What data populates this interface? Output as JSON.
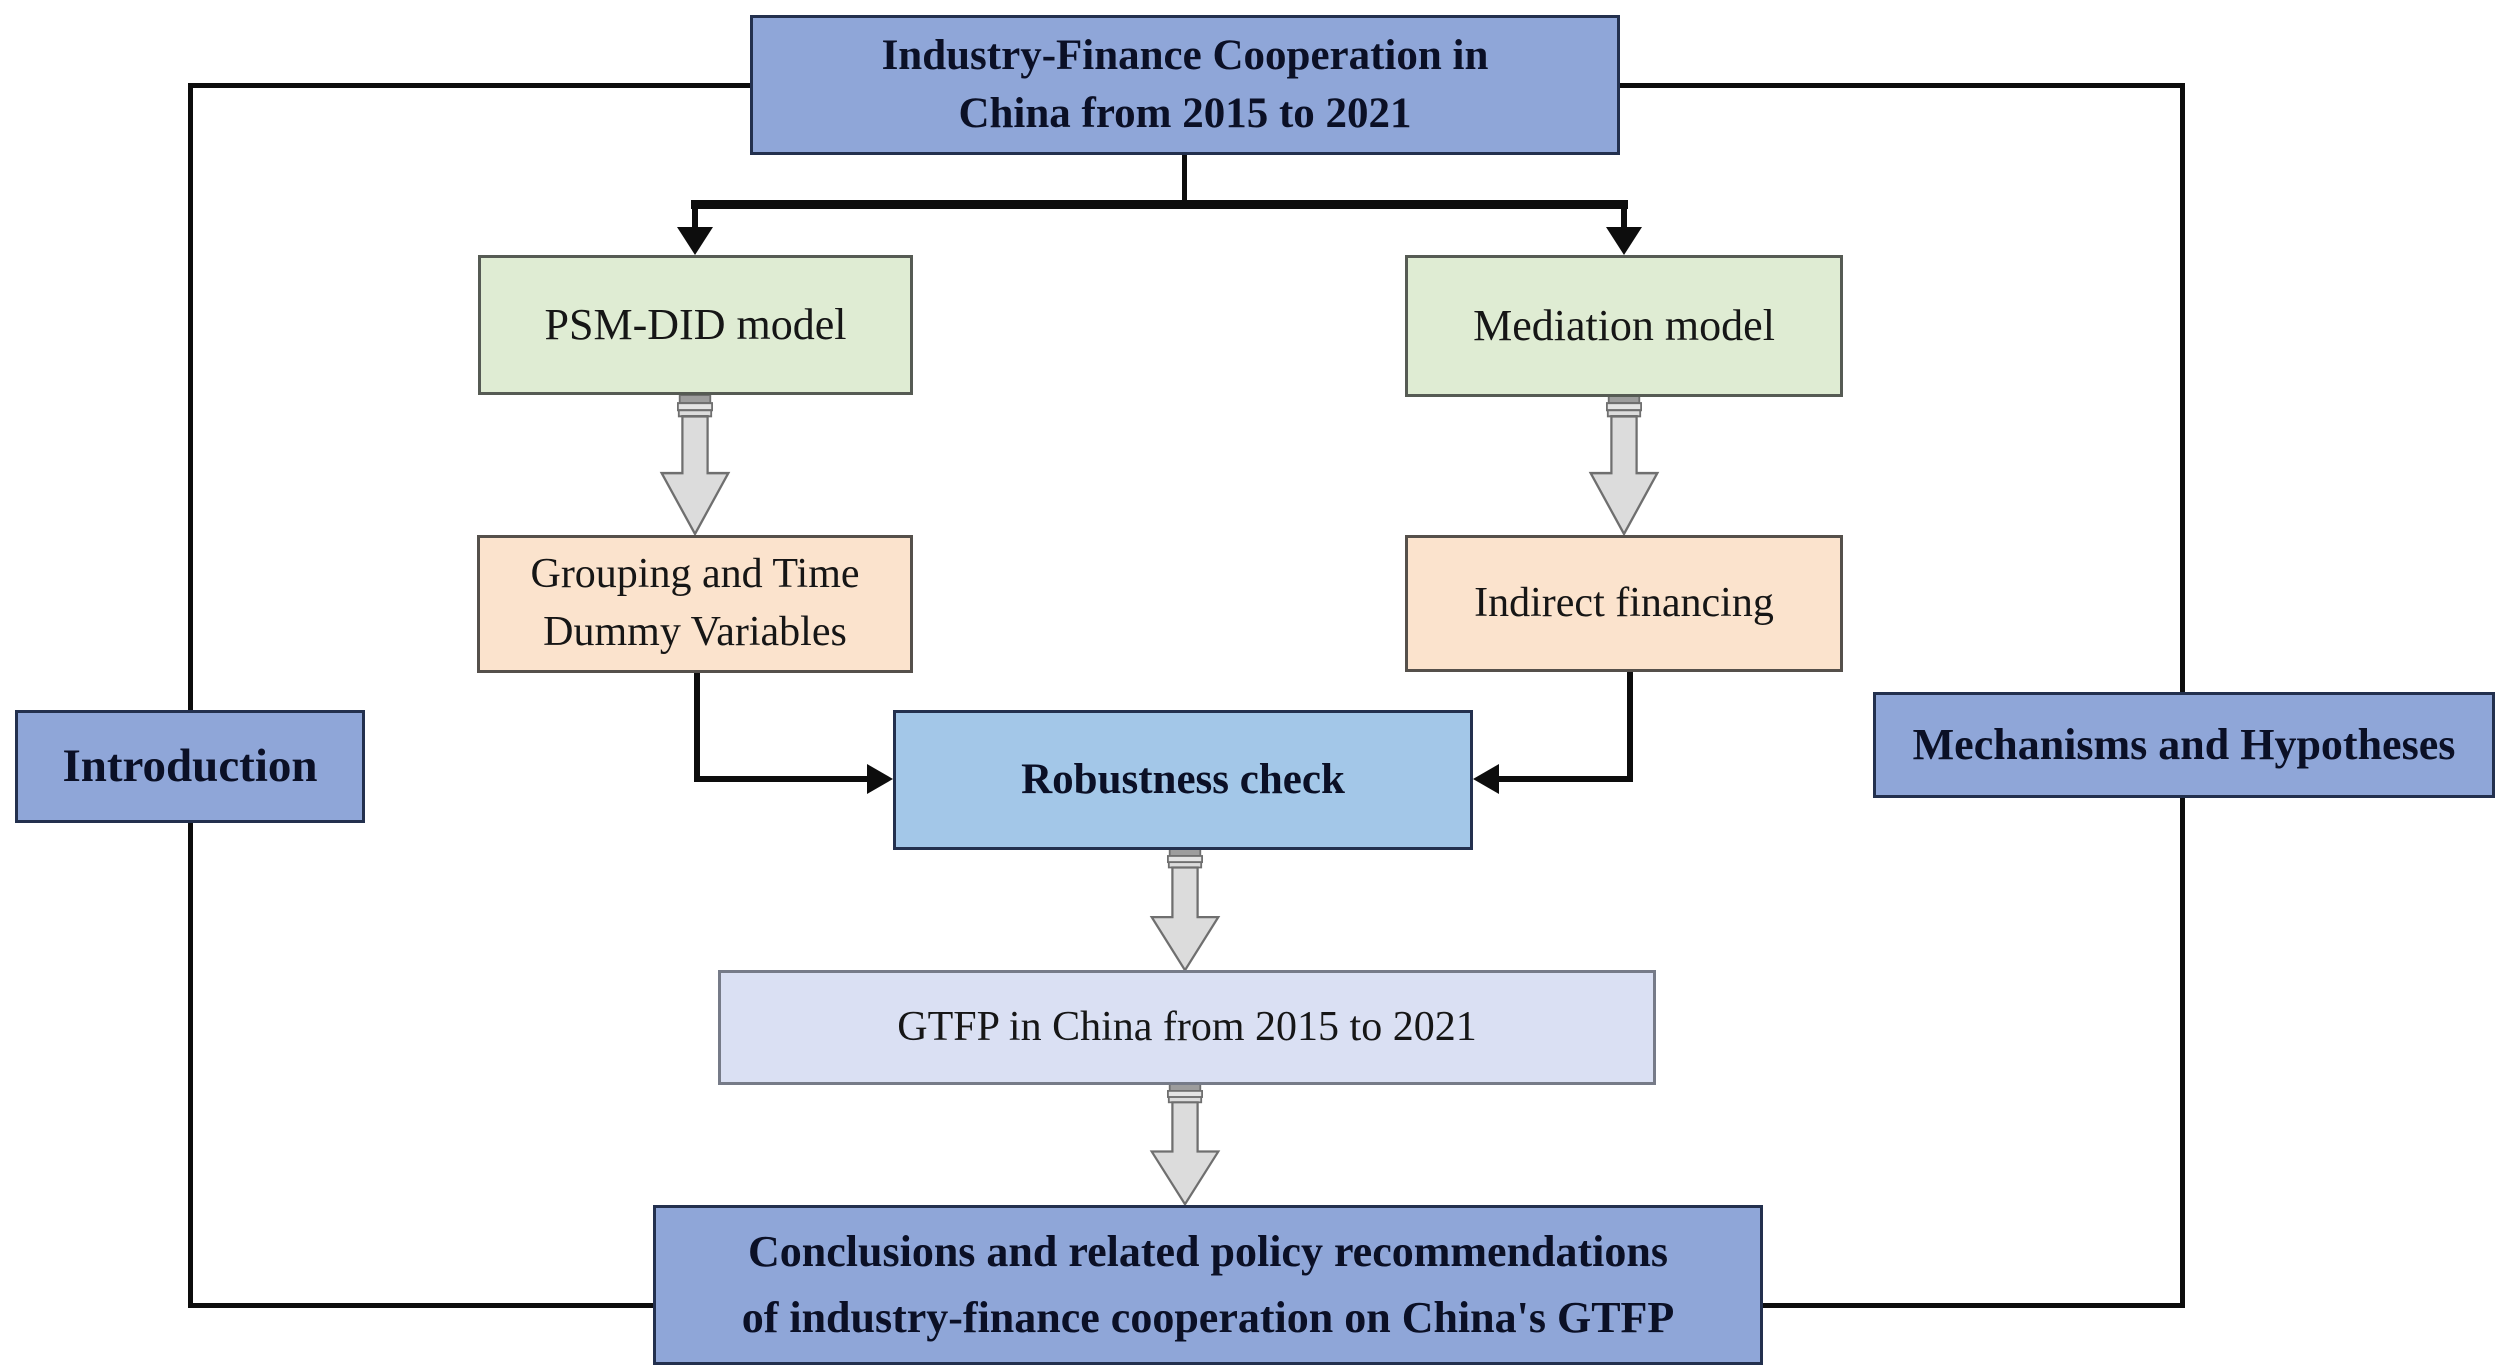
{
  "figure": {
    "type": "flowchart",
    "description": "Research framework flowchart of industry-finance cooperation and China's GTFP"
  },
  "nodes": {
    "top": {
      "lines": [
        "Industry-Finance Cooperation in",
        "China from 2015 to 2021"
      ]
    },
    "psm": {
      "label": "PSM-DID model"
    },
    "mediation": {
      "label": "Mediation model"
    },
    "grouping": {
      "lines": [
        "Grouping and Time",
        "Dummy Variables"
      ]
    },
    "indirect": {
      "label": "Indirect financing"
    },
    "robustness": {
      "label": "Robustness check"
    },
    "gtfp": {
      "label": "GTFP in China from 2015 to 2021"
    },
    "conclusions": {
      "lines": [
        "Conclusions and related policy recommendations",
        "of industry-finance cooperation on China's GTFP"
      ]
    },
    "introduction": {
      "label": "Introduction"
    },
    "mechanisms": {
      "label": "Mechanisms and Hypotheses"
    }
  },
  "colors": {
    "box_blue": "#8fa6d8",
    "box_blue_border": "#23304e",
    "box_green": "#dfecd3",
    "box_green_border": "#565b54",
    "box_peach": "#fbe3cd",
    "box_peach_border": "#55504b",
    "box_light_blue": "#a3c7e8",
    "box_lavender": "#dae0f3",
    "box_lavender_border": "#767b88",
    "arrow_gray_fill": "#dcdcdc",
    "arrow_gray_fill_light": "#e4e4e4",
    "arrow_gray_collar_dark": "#9d9d9d",
    "arrow_gray_border": "#6f6f6f",
    "line_black": "#0d0d0d",
    "text_dark_navy": "#0b1026",
    "text_black": "#161616"
  }
}
